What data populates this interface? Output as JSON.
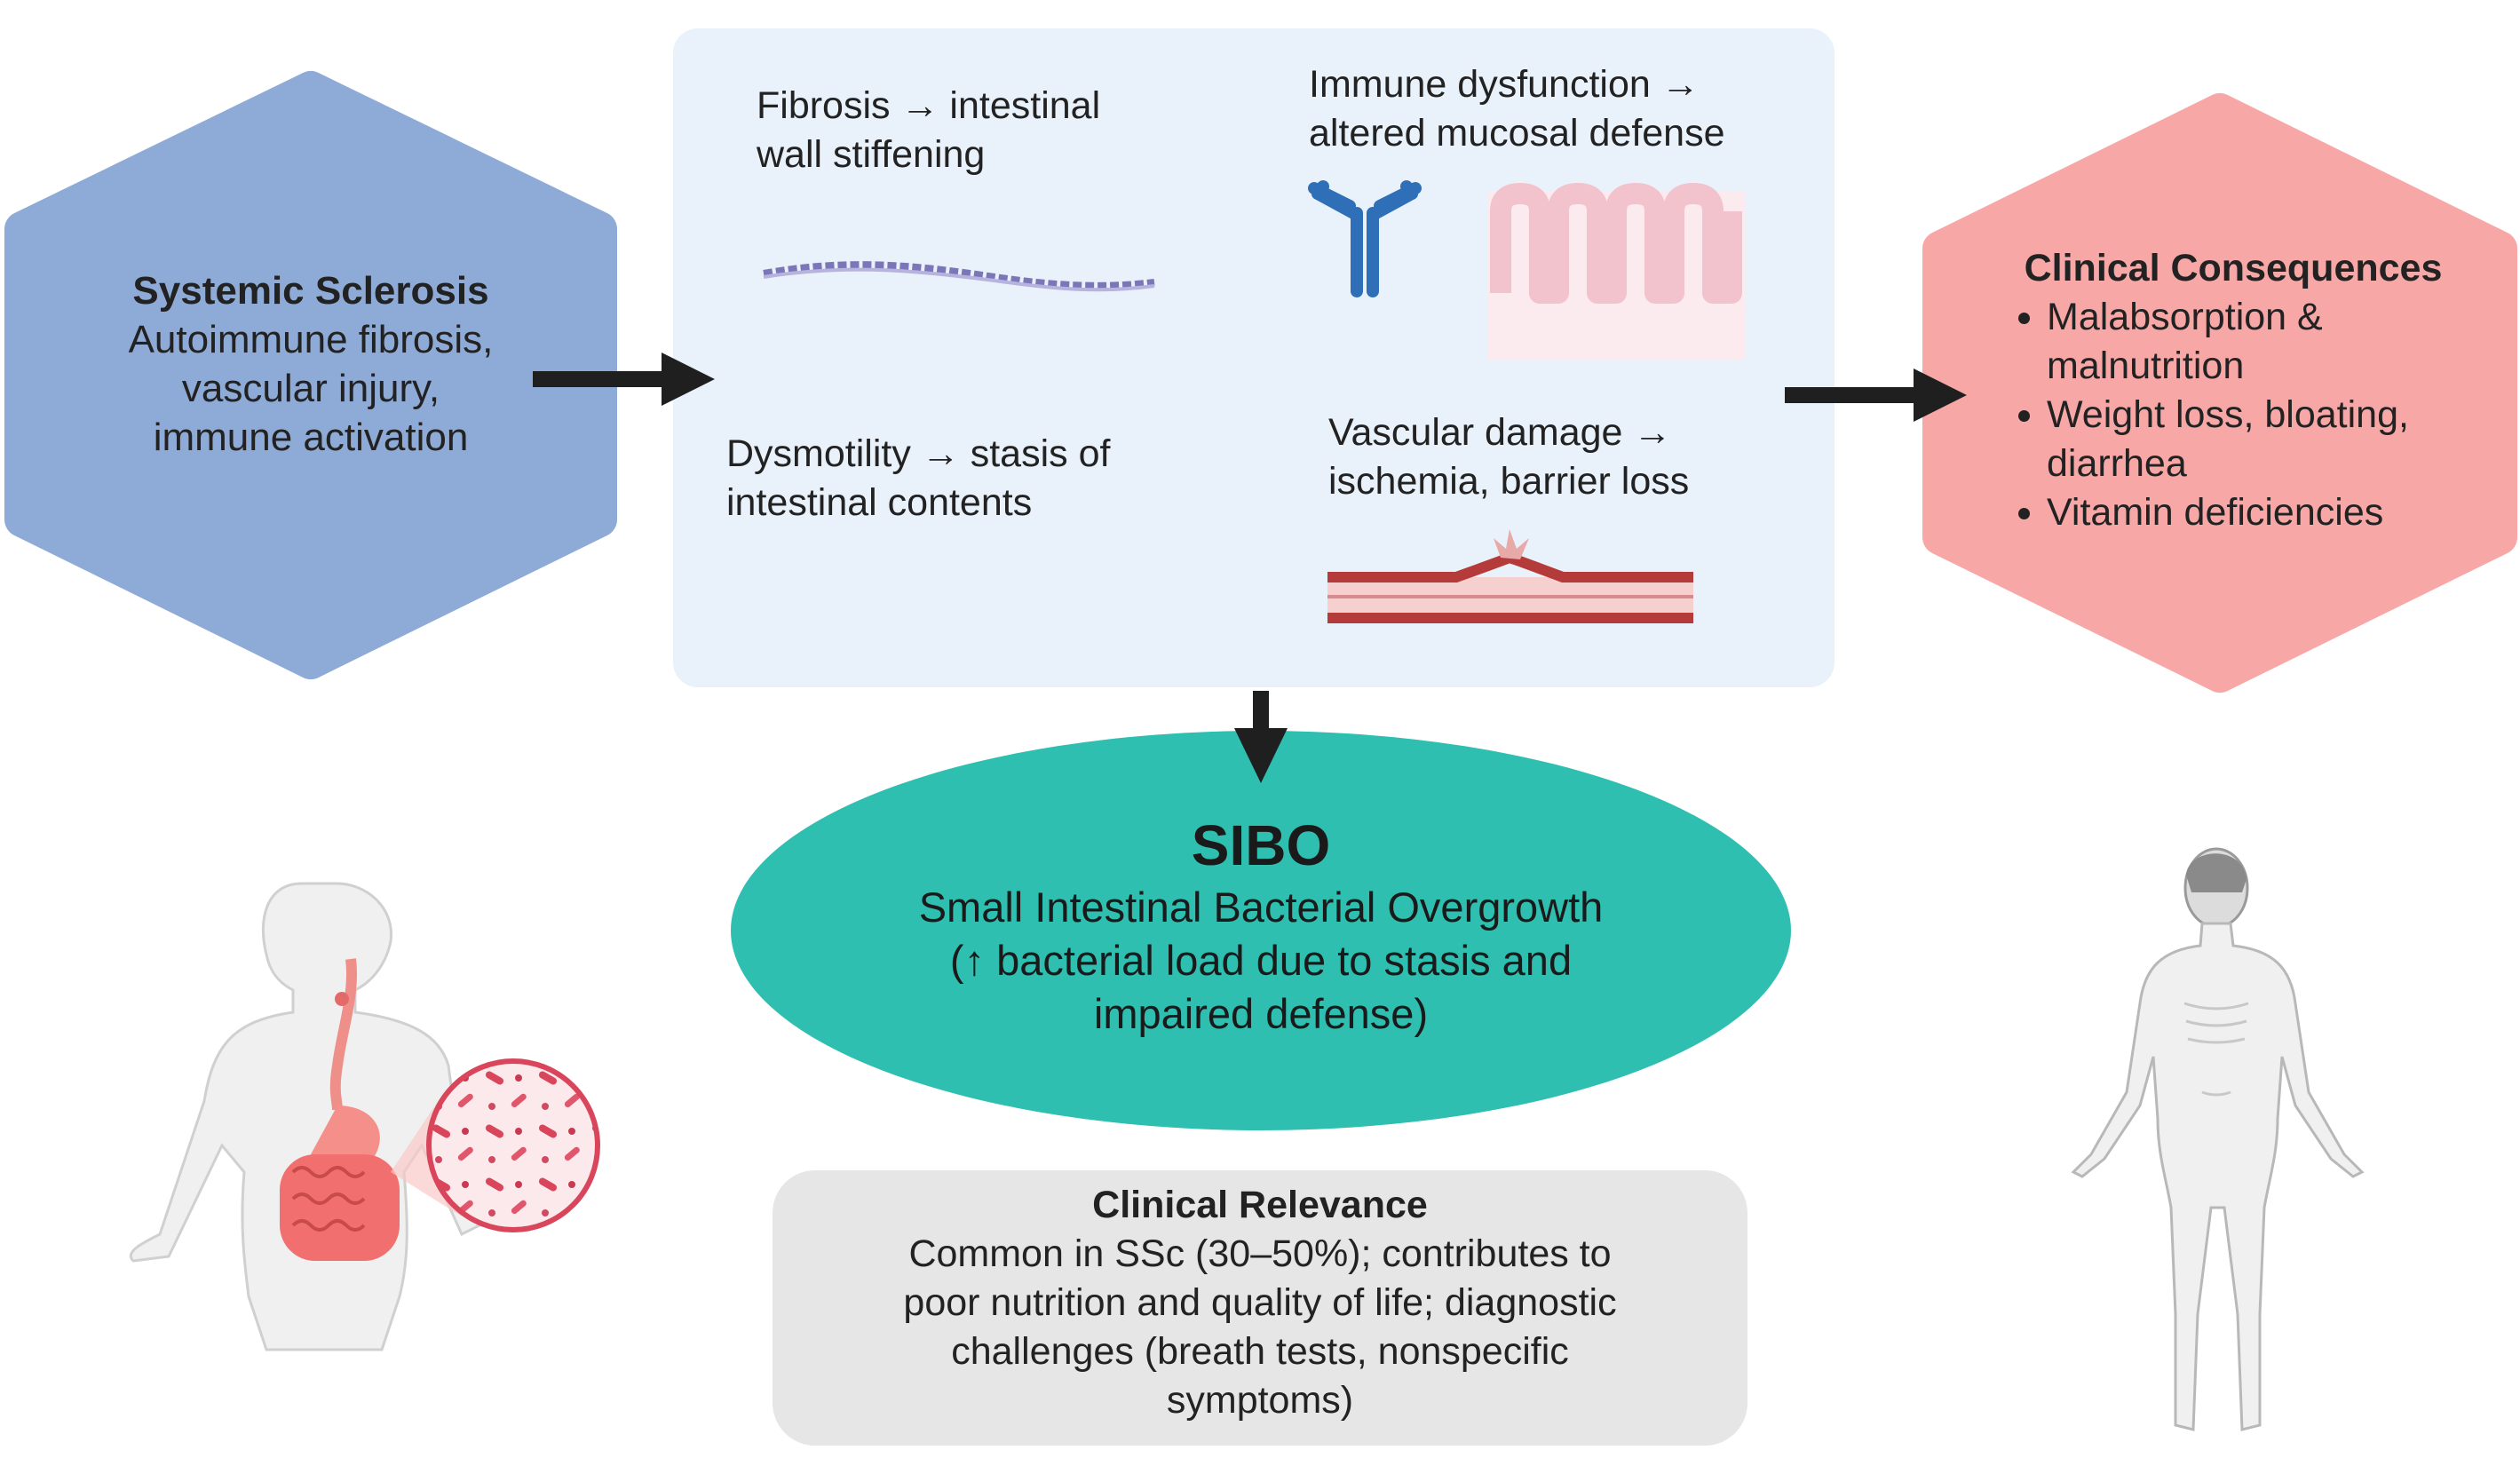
{
  "diagram": {
    "systemic_sclerosis": {
      "title": "Systemic Sclerosis",
      "lines": [
        "Autoimmune fibrosis,",
        "vascular injury,",
        "immune activation"
      ]
    },
    "mechanisms": {
      "fibrosis": [
        "Fibrosis → intestinal",
        "wall stiffening"
      ],
      "immune": [
        "Immune dysfunction →",
        "altered mucosal defense"
      ],
      "dysmotility": [
        "Dysmotility → stasis of",
        "intestinal contents"
      ],
      "vascular": [
        "Vascular damage →",
        "ischemia, barrier loss"
      ]
    },
    "clinical_consequences": {
      "title": "Clinical Consequences",
      "items": [
        "Malabsorption & malnutrition",
        "Weight loss, bloating, diarrhea",
        "Vitamin deficiencies"
      ]
    },
    "sibo": {
      "title": "SIBO",
      "lines": [
        "Small Intestinal Bacterial Overgrowth",
        "(↑ bacterial load due to stasis and",
        "impaired defense)"
      ]
    },
    "clinical_relevance": {
      "title": "Clinical Relevance",
      "lines": [
        "Common in SSc (30–50%); contributes to",
        "poor nutrition and quality of life; diagnostic",
        "challenges (breath tests, nonspecific",
        "symptoms)"
      ]
    }
  },
  "colors": {
    "hex_left_fill": "#8eaad6",
    "panel_fill": "#e9f1fb",
    "hex_right_fill": "#f7a7a6",
    "sibo_fill": "#2ebfb1",
    "relevance_fill": "#e6e6e6",
    "arrow": "#1f1f1f",
    "antibody": "#2f6fb8",
    "villi": "#f3c3cd",
    "vessel": "#b53a3a"
  }
}
